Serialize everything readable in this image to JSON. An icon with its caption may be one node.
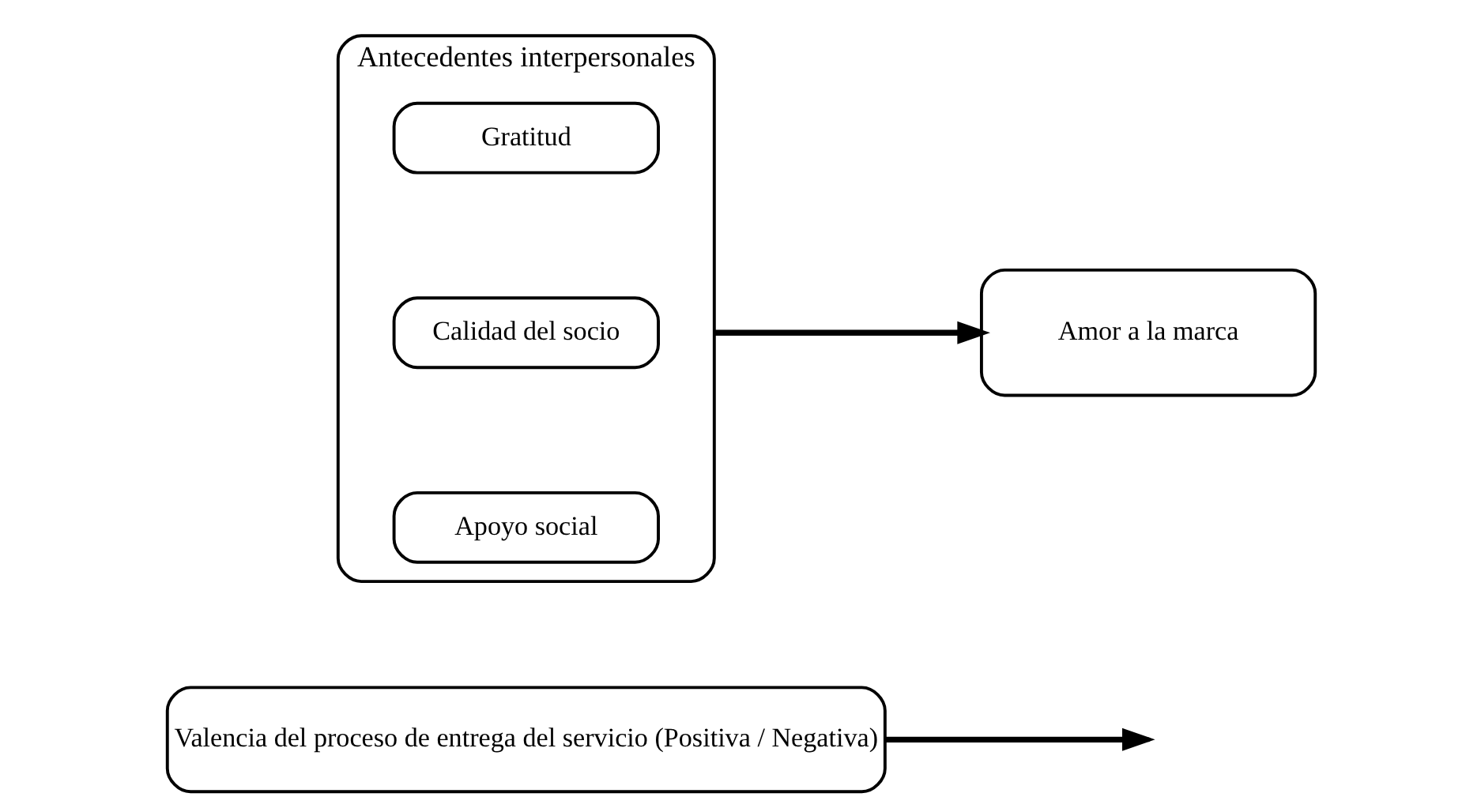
{
  "diagram": {
    "nodes": [
      {
        "text": [
          "Valencia del proceso de entrega del servicio (Positiva / Negativa)"
        ]
      },
      {
        "text": [
          "Antecedentes interpersonales"
        ]
      },
      {
        "text": [
          "Gratitud"
        ],
        "in": 1
      },
      {
        "text": [
          "Calidad del socio"
        ],
        "in": 1
      },
      {
        "text": [
          "Apoyo social"
        ],
        "in": 1
      },
      {
        "text": [
          "Amor a la marca"
        ]
      }
    ],
    "edges": [
      {
        "from": 1,
        "to": 5,
        "arrow": "to"
      },
      {
        "from": 0,
        "to": null,
        "arrow": "to"
      }
    ]
  }
}
